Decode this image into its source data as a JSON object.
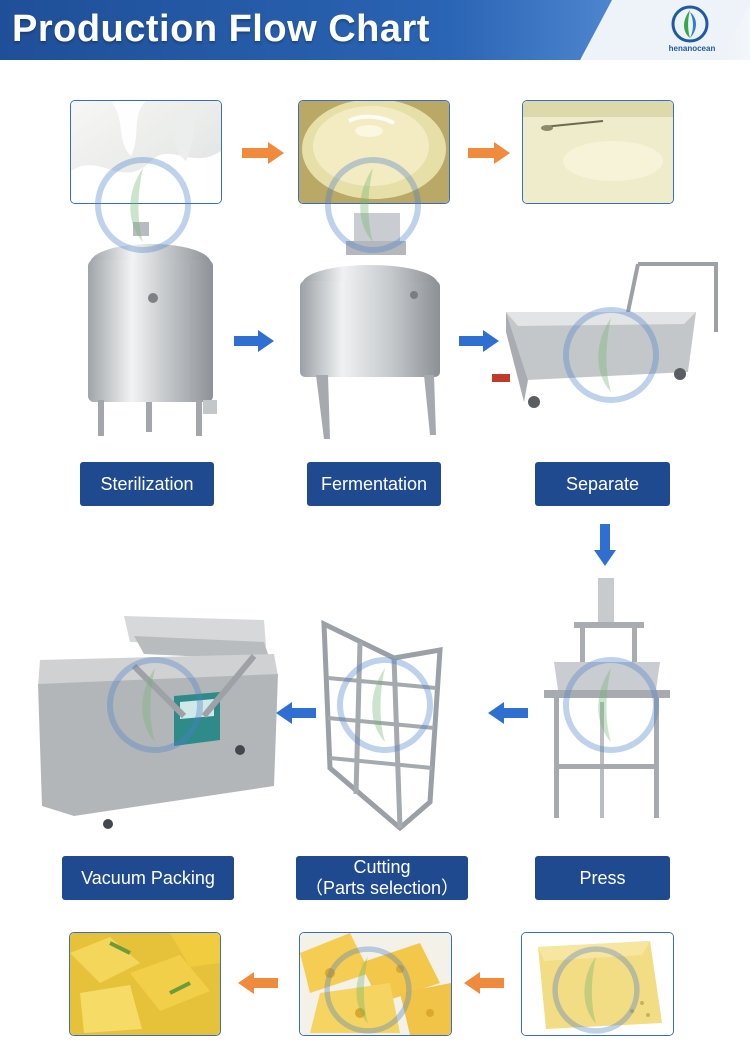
{
  "header": {
    "title": "Production Flow Chart",
    "brand": "henanocean",
    "colors": {
      "banner": "#2a64b4",
      "label_bg": "#1f4a8f",
      "arrow_orange": "#f08a3c",
      "arrow_blue": "#2f6fd2"
    }
  },
  "steps": {
    "sterilization": "Sterilization",
    "fermentation": "Fermentation",
    "separate": "Separate",
    "press": "Press",
    "cutting_line1": "Cutting",
    "cutting_line2": "（Parts selection）",
    "vacuum_packing": "Vacuum Packing"
  },
  "icons": [
    "milk-photo",
    "fermented-milk-photo",
    "curd-photo",
    "sterilization-tank",
    "fermentation-tank",
    "separation-trolley",
    "cheese-press",
    "cheese-cutter-frame",
    "vacuum-packing-machine",
    "cheese-block-photo",
    "cheese-wedges-photo",
    "packaged-cheese-photo",
    "orange-arrow",
    "blue-arrow"
  ]
}
